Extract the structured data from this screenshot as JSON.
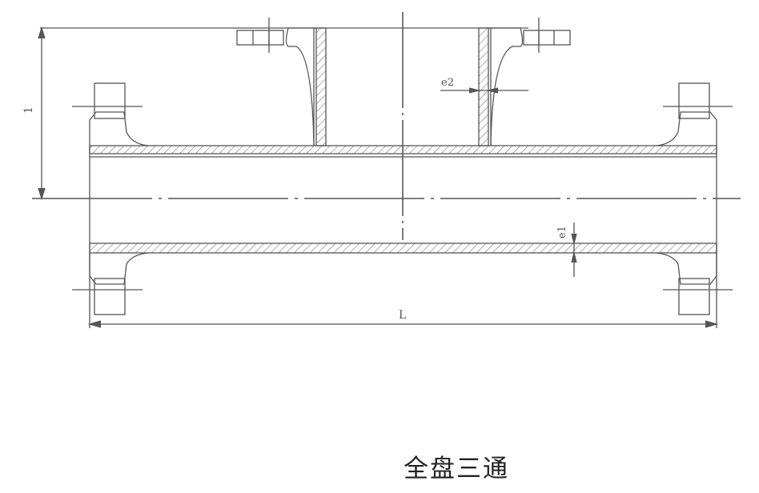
{
  "caption": "全盘三通",
  "dimensions": {
    "branch_height": "1",
    "body_wall": "e1",
    "branch_wall": "e2",
    "length": "L"
  },
  "colors": {
    "line": "#555555",
    "hatch": "#7a7a7a",
    "centerline": "#333333",
    "caption": "#222222"
  }
}
